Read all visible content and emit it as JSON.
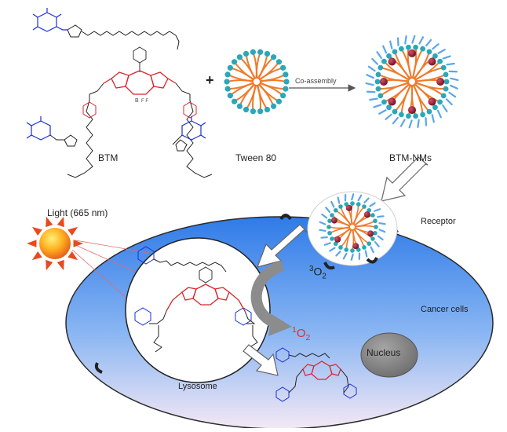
{
  "labels": {
    "btm": "BTM",
    "plus": "+",
    "tween": "Tween 80",
    "coassembly": "Co-assembly",
    "btm_nms": "BTM-NMs",
    "light": "Light (665 nm)",
    "receptor": "Receptor",
    "cancer_cells": "Cancer cells",
    "nucleus": "Nucleus",
    "lysosome": "Lysosome",
    "triplet_oxygen": {
      "pre": "3",
      "main": "O",
      "sub": "2"
    },
    "singlet_oxygen": {
      "pre": "1",
      "main": "O",
      "sub": "2"
    }
  },
  "colors": {
    "tail_orange": "#f07a2a",
    "head_teal": "#2aa7b8",
    "btm_red": "#d8252a",
    "sugar_blue": "#1a2fd6",
    "cell_blue": "#4d8ff0",
    "singlet_red": "#e0302a",
    "nucleus_gray": "#8a8a8a"
  },
  "icons": [
    "sun-icon",
    "receptor-icon",
    "nucleus-icon",
    "arrow-icon"
  ]
}
